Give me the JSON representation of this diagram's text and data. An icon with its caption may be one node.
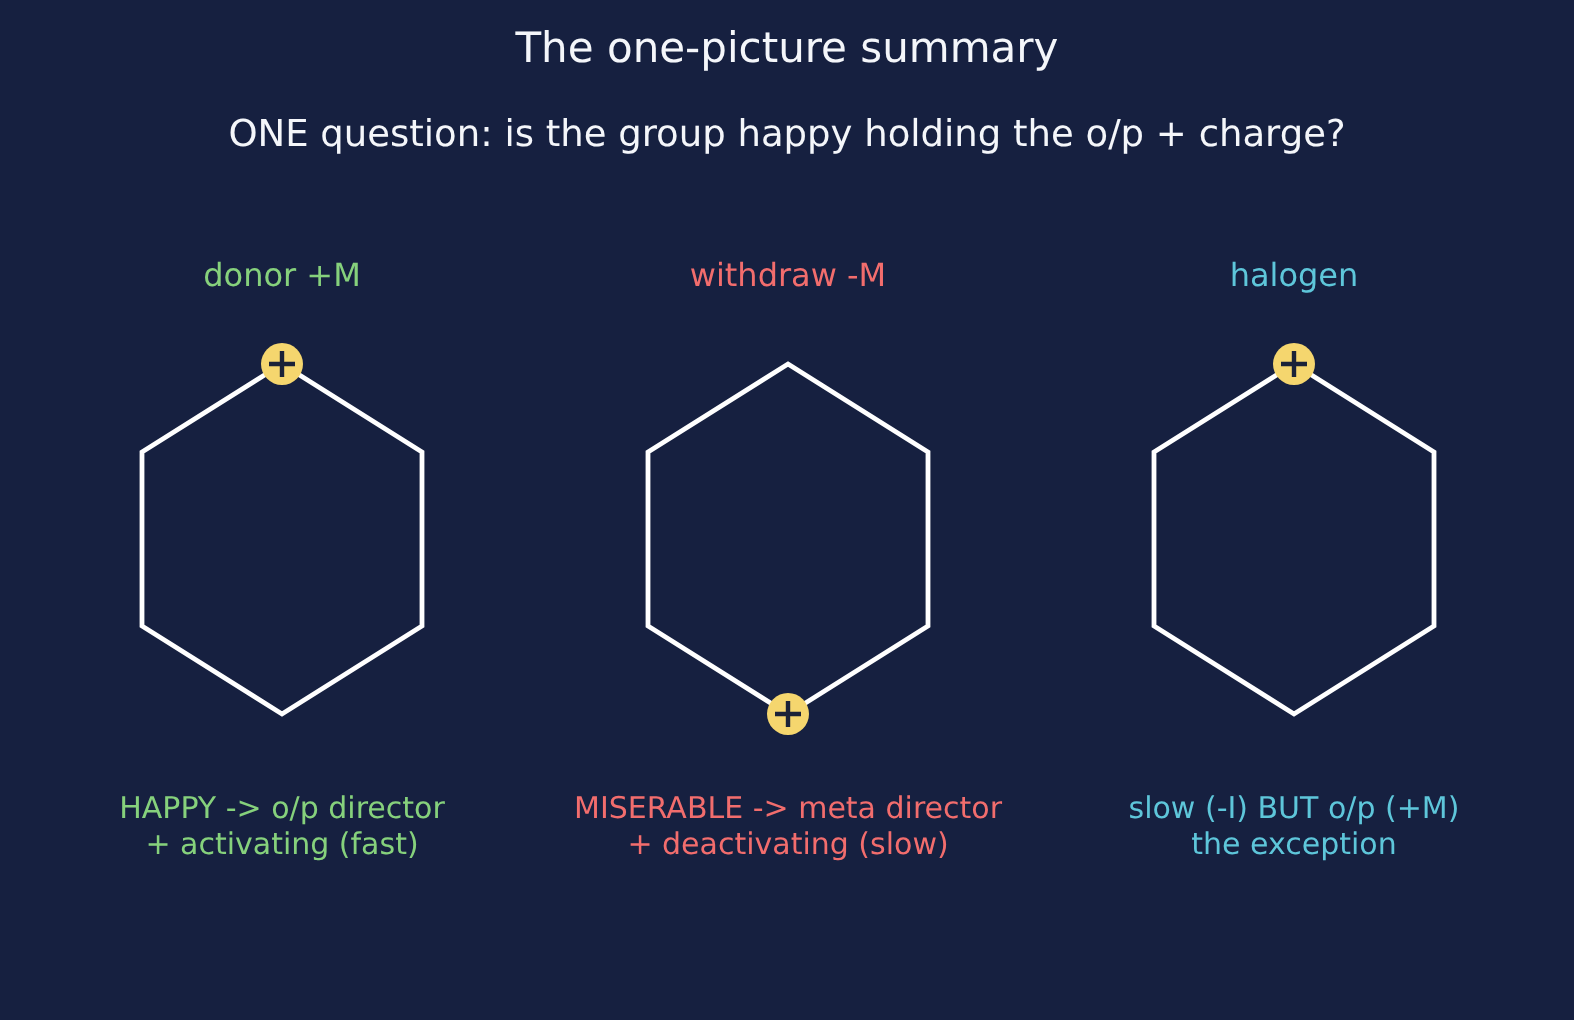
{
  "diagram": {
    "title": "The one-picture summary",
    "labels": [
      "ONE question: is the group happy holding the o/p + charge?"
    ],
    "nodes": [
      {
        "text": [
          "donor +M"
        ],
        "beside": [
          "HAPPY -> o/p director + activating (fast)"
        ]
      },
      {
        "text": [
          "withdraw -M"
        ],
        "beside": [
          "MISERABLE -> meta director + deactivating (slow)"
        ]
      },
      {
        "text": [
          "halogen"
        ],
        "beside": [
          "slow (-I) BUT o/p (+M) the exception"
        ]
      }
    ]
  }
}
